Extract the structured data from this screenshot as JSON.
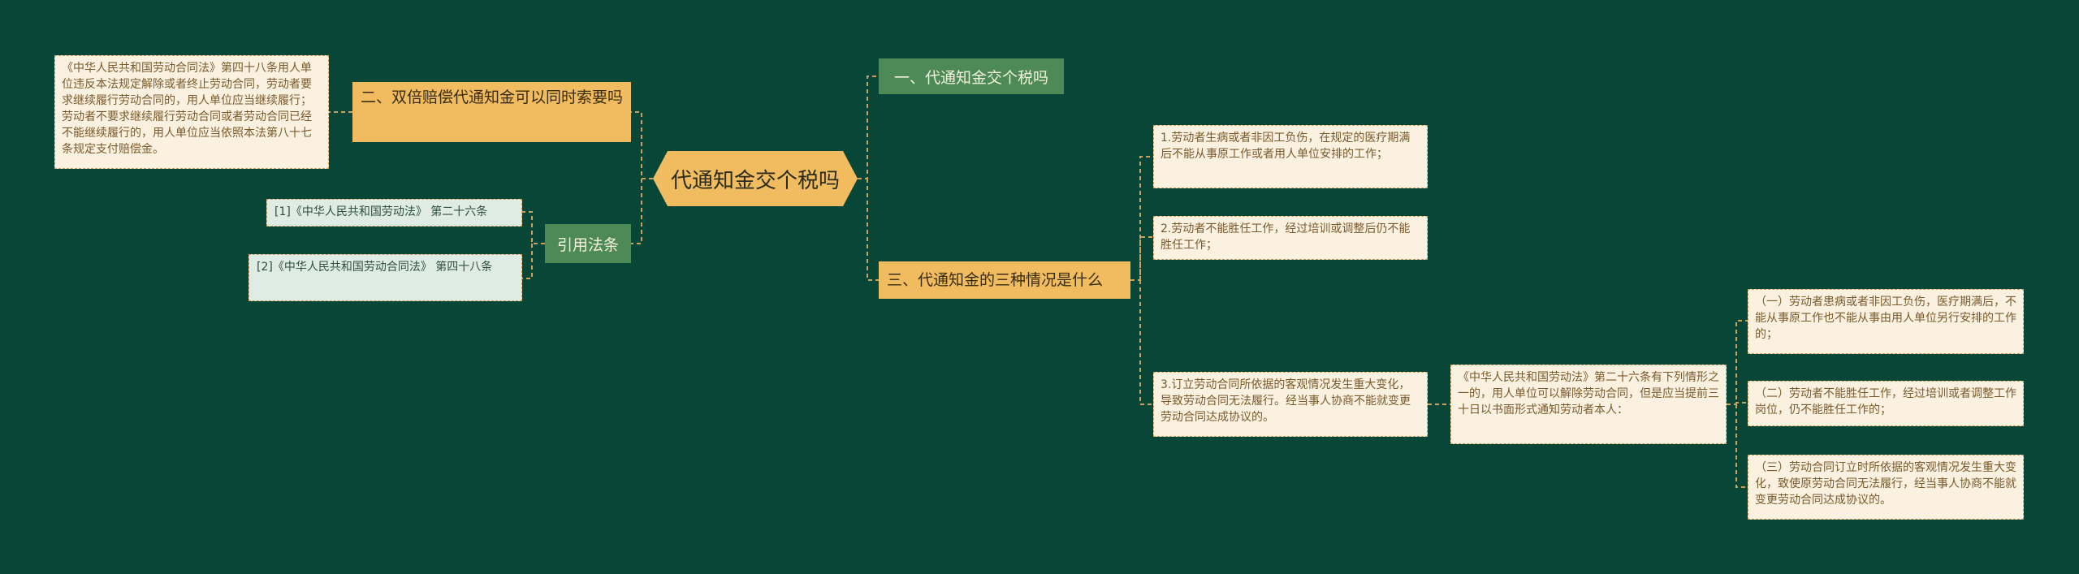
{
  "center": {
    "title": "代通知金交个税吗"
  },
  "branches": {
    "b1": {
      "label": "一、代通知金交个税吗"
    },
    "b2": {
      "label": "二、双倍赔偿代通知金可以同时索要吗"
    },
    "b3": {
      "label": "三、代通知金的三种情况是什么"
    },
    "refs": {
      "label": "引用法条"
    }
  },
  "notes": {
    "b2_law": "《中华人民共和国劳动合同法》第四十八条用人单位违反本法规定解除或者终止劳动合同，劳动者要求继续履行劳动合同的，用人单位应当继续履行；劳动者不要求继续履行劳动合同或者劳动合同已经不能继续履行的，用人单位应当依照本法第八十七条规定支付赔偿金。",
    "c1": "1.劳动者生病或者非因工负伤，在规定的医疗期满后不能从事原工作或者用人单位安排的工作；",
    "c2": "2.劳动者不能胜任工作，经过培训或调整后仍不能胜任工作；",
    "c3": "3.订立劳动合同所依据的客观情况发生重大变化，导致劳动合同无法履行。经当事人协商不能就变更劳动合同达成协议的。",
    "law26": "《中华人民共和国劳动法》第二十六条有下列情形之一的，用人单位可以解除劳动合同，但是应当提前三十日以书面形式通知劳动者本人：",
    "s1": "（一）劳动者患病或者非因工负伤，医疗期满后，不能从事原工作也不能从事由用人单位另行安排的工作的；",
    "s2": "（二）劳动者不能胜任工作，经过培训或者调整工作岗位，仍不能胜任工作的；",
    "s3": "（三）劳动合同订立时所依据的客观情况发生重大变化，致使原劳动合同无法履行，经当事人协商不能就变更劳动合同达成协议的。"
  },
  "references": [
    "[1]《中华人民共和国劳动法》 第二十六条",
    "[2]《中华人民共和国劳动合同法》 第四十八条"
  ],
  "colors": {
    "background": "#084637",
    "orange": "#f1bc5f",
    "green": "#4e8a58",
    "note": "#fbf1e1",
    "ref": "#dfece5",
    "connector": "#c9a25f"
  }
}
